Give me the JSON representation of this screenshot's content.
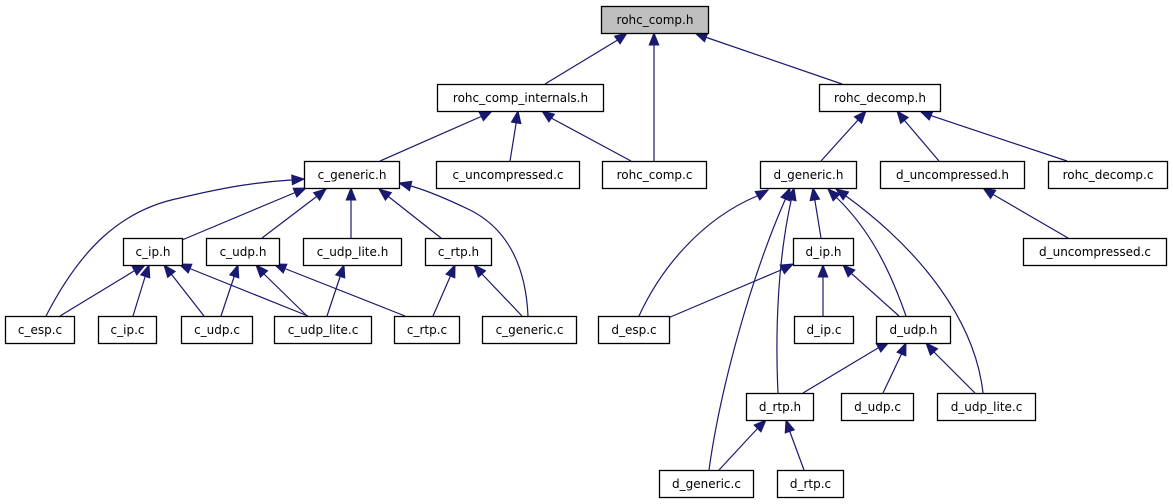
{
  "diagram": {
    "title": "rohc_comp.h include dependency graph",
    "colors": {
      "edge": "#191970",
      "root_fill": "#bfbfbf",
      "node_fill": "#ffffff",
      "node_border": "#000000"
    },
    "nodes": [
      {
        "id": "rohc_comp_h",
        "label": "rohc_comp.h",
        "root": true
      },
      {
        "id": "rohc_comp_internals_h",
        "label": "rohc_comp_internals.h"
      },
      {
        "id": "rohc_decomp_h",
        "label": "rohc_decomp.h"
      },
      {
        "id": "c_generic_h",
        "label": "c_generic.h"
      },
      {
        "id": "c_uncompressed_c",
        "label": "c_uncompressed.c"
      },
      {
        "id": "rohc_comp_c",
        "label": "rohc_comp.c"
      },
      {
        "id": "d_generic_h",
        "label": "d_generic.h"
      },
      {
        "id": "d_uncompressed_h",
        "label": "d_uncompressed.h"
      },
      {
        "id": "rohc_decomp_c",
        "label": "rohc_decomp.c"
      },
      {
        "id": "c_ip_h",
        "label": "c_ip.h"
      },
      {
        "id": "c_udp_h",
        "label": "c_udp.h"
      },
      {
        "id": "c_udp_lite_h",
        "label": "c_udp_lite.h"
      },
      {
        "id": "c_rtp_h",
        "label": "c_rtp.h"
      },
      {
        "id": "d_ip_h",
        "label": "d_ip.h"
      },
      {
        "id": "d_uncompressed_c",
        "label": "d_uncompressed.c"
      },
      {
        "id": "c_esp_c",
        "label": "c_esp.c"
      },
      {
        "id": "c_ip_c",
        "label": "c_ip.c"
      },
      {
        "id": "c_udp_c",
        "label": "c_udp.c"
      },
      {
        "id": "c_udp_lite_c",
        "label": "c_udp_lite.c"
      },
      {
        "id": "c_rtp_c",
        "label": "c_rtp.c"
      },
      {
        "id": "c_generic_c",
        "label": "c_generic.c"
      },
      {
        "id": "d_esp_c",
        "label": "d_esp.c"
      },
      {
        "id": "d_ip_c",
        "label": "d_ip.c"
      },
      {
        "id": "d_udp_h",
        "label": "d_udp.h"
      },
      {
        "id": "d_rtp_h",
        "label": "d_rtp.h"
      },
      {
        "id": "d_udp_c",
        "label": "d_udp.c"
      },
      {
        "id": "d_udp_lite_c",
        "label": "d_udp_lite.c"
      },
      {
        "id": "d_generic_c",
        "label": "d_generic.c"
      },
      {
        "id": "d_rtp_c",
        "label": "d_rtp.c"
      }
    ],
    "edges": [
      {
        "from": "rohc_comp_internals_h",
        "to": "rohc_comp_h"
      },
      {
        "from": "rohc_comp_c",
        "to": "rohc_comp_h"
      },
      {
        "from": "rohc_decomp_h",
        "to": "rohc_comp_h"
      },
      {
        "from": "c_generic_h",
        "to": "rohc_comp_internals_h"
      },
      {
        "from": "c_uncompressed_c",
        "to": "rohc_comp_internals_h"
      },
      {
        "from": "rohc_comp_c",
        "to": "rohc_comp_internals_h"
      },
      {
        "from": "d_generic_h",
        "to": "rohc_decomp_h"
      },
      {
        "from": "d_uncompressed_h",
        "to": "rohc_decomp_h"
      },
      {
        "from": "rohc_decomp_c",
        "to": "rohc_decomp_h"
      },
      {
        "from": "c_esp_c",
        "to": "c_generic_h"
      },
      {
        "from": "c_ip_h",
        "to": "c_generic_h"
      },
      {
        "from": "c_udp_h",
        "to": "c_generic_h"
      },
      {
        "from": "c_udp_lite_h",
        "to": "c_generic_h"
      },
      {
        "from": "c_rtp_h",
        "to": "c_generic_h"
      },
      {
        "from": "c_generic_c",
        "to": "c_generic_h"
      },
      {
        "from": "c_esp_c",
        "to": "c_ip_h"
      },
      {
        "from": "c_ip_c",
        "to": "c_ip_h"
      },
      {
        "from": "c_udp_c",
        "to": "c_ip_h"
      },
      {
        "from": "c_udp_lite_c",
        "to": "c_ip_h"
      },
      {
        "from": "c_udp_c",
        "to": "c_udp_h"
      },
      {
        "from": "c_udp_lite_c",
        "to": "c_udp_h"
      },
      {
        "from": "c_rtp_c",
        "to": "c_udp_h"
      },
      {
        "from": "c_udp_lite_c",
        "to": "c_udp_lite_h"
      },
      {
        "from": "c_rtp_c",
        "to": "c_rtp_h"
      },
      {
        "from": "c_generic_c",
        "to": "c_rtp_h"
      },
      {
        "from": "d_esp_c",
        "to": "d_generic_h"
      },
      {
        "from": "d_ip_h",
        "to": "d_generic_h"
      },
      {
        "from": "d_udp_h",
        "to": "d_generic_h"
      },
      {
        "from": "d_rtp_h",
        "to": "d_generic_h"
      },
      {
        "from": "d_udp_lite_c",
        "to": "d_generic_h"
      },
      {
        "from": "d_generic_c",
        "to": "d_generic_h"
      },
      {
        "from": "d_uncompressed_c",
        "to": "d_uncompressed_h"
      },
      {
        "from": "d_esp_c",
        "to": "d_ip_h"
      },
      {
        "from": "d_ip_c",
        "to": "d_ip_h"
      },
      {
        "from": "d_udp_h",
        "to": "d_ip_h"
      },
      {
        "from": "d_rtp_h",
        "to": "d_udp_h"
      },
      {
        "from": "d_udp_c",
        "to": "d_udp_h"
      },
      {
        "from": "d_udp_lite_c",
        "to": "d_udp_h"
      },
      {
        "from": "d_generic_c",
        "to": "d_rtp_h"
      },
      {
        "from": "d_rtp_c",
        "to": "d_rtp_h"
      }
    ]
  }
}
